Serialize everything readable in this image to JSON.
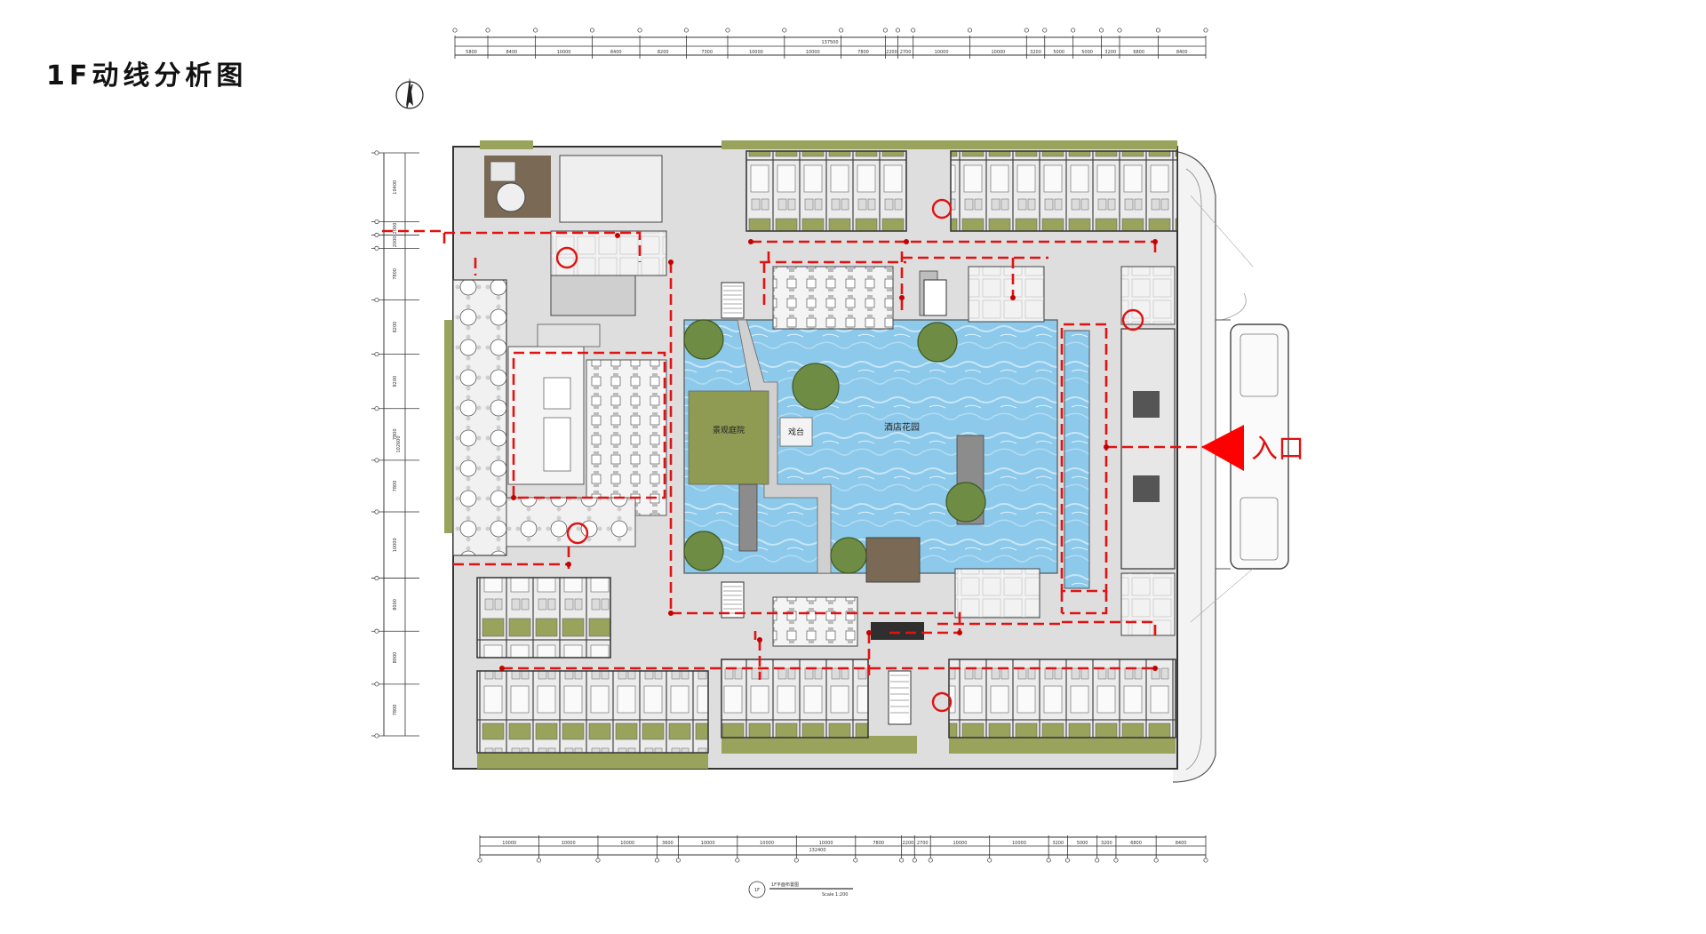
{
  "title": "1F动线分析图",
  "labels": {
    "garden": "酒店花园",
    "stage": "戏台",
    "yard": "景观庭院",
    "entrance": "入口",
    "plan_caption": "1F平面布置图",
    "scale": "Scale 1:200"
  },
  "dims": {
    "top_total": "137500",
    "bottom_total": "132400",
    "top_segments": [
      "5800",
      "8400",
      "10000",
      "8400",
      "8200",
      "7300",
      "10000",
      "10000",
      "7800",
      "2200",
      "2700",
      "10000",
      "10000",
      "3200",
      "5000",
      "5000",
      "3200",
      "6800",
      "8400"
    ],
    "bottom_segments": [
      "10000",
      "10000",
      "10000",
      "3600",
      "10000",
      "10000",
      "10000",
      "7800",
      "2200",
      "2700",
      "10000",
      "10000",
      "3200",
      "5000",
      "3200",
      "6800",
      "8400"
    ],
    "left_segments": [
      "10400",
      "2000",
      "2000",
      "7800",
      "8200",
      "8200",
      "7800",
      "7800",
      "10000",
      "8000",
      "8000",
      "7800"
    ],
    "left_total": "102600"
  },
  "colors": {
    "route": "#e11212",
    "water": "#8cc7e8",
    "lawn": "#8f9a52",
    "wall": "#3a3a3a",
    "floor": "#d9d9d9"
  },
  "icons": {
    "north": "north-arrow-icon",
    "entry": "entry-triangle-icon",
    "stair": "stair-icon"
  }
}
